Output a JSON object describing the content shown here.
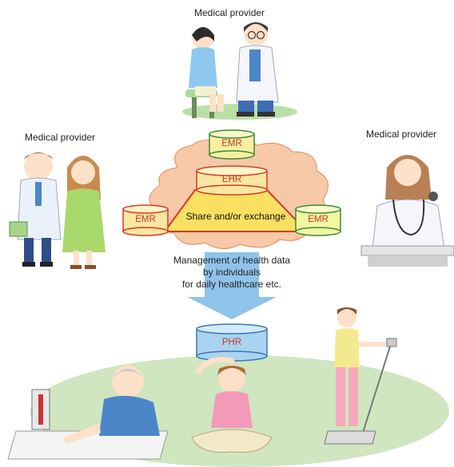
{
  "labels": {
    "provider_top": "Medical provider",
    "provider_left": "Medical provider",
    "provider_right": "Medical provider"
  },
  "databases": {
    "emr_top": "EMR",
    "ehr": "EHR",
    "emr_left": "EMR",
    "emr_right": "EMR",
    "phr": "PHR"
  },
  "share_text": "Share and/or exchange",
  "management_text": [
    "Management of health data",
    "by individuals",
    "for daily healthcare etc."
  ],
  "colors": {
    "cloud": "#f7c9a8",
    "cloud_edge": "#e08a58",
    "trapezoid": "#f9e060",
    "trapezoid_edge": "#d23a2a",
    "emr_fill": "#fbe7a0",
    "emr_text": "#c0392b",
    "ehr_text": "#c0392b",
    "phr_fill": "#a9d3ef",
    "phr_text": "#c0392b",
    "arrow": "#8fc3ea",
    "ground": "#cfe6c0"
  }
}
